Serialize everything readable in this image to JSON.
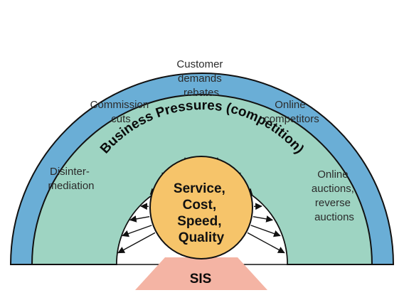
{
  "outer_ring": {
    "title": "Business Pressures (competition)"
  },
  "pressures": [
    {
      "id": "disintermediation",
      "lines": [
        "Disinter-",
        "mediation"
      ]
    },
    {
      "id": "commission-cuts",
      "lines": [
        "Commission",
        "cuts"
      ]
    },
    {
      "id": "customer-demands-rebates",
      "lines": [
        "Customer",
        "demands",
        "rebates"
      ]
    },
    {
      "id": "online-competitors",
      "lines": [
        "Online",
        "competitors"
      ]
    },
    {
      "id": "online-auctions",
      "lines": [
        "Online",
        "auctions,",
        "reverse",
        "auctions"
      ]
    }
  ],
  "core": {
    "lines": [
      "Service,",
      "Cost,",
      "Speed,",
      "Quality"
    ]
  },
  "base": {
    "label": "SIS"
  },
  "colors": {
    "outer_ring": "#6aaed6",
    "middle_ring": "#9ed4c2",
    "inner_area": "#ffffff",
    "core": "#f6c46a",
    "base": "#f4b4a4",
    "stroke": "#111111"
  }
}
